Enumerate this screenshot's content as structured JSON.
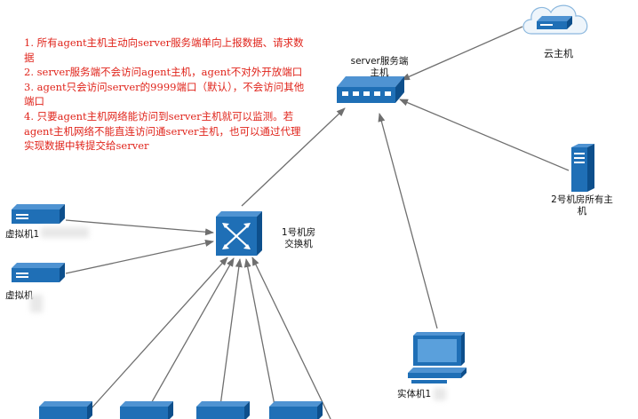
{
  "colors": {
    "note_text": "#e0241b",
    "device_blue": "#1f6fb6",
    "device_dark": "#0d4f8c",
    "arrow": "#6f6f6f"
  },
  "notes": [
    "1. 所有agent主机主动向server服务端单向上报数据、请求数据",
    "2. server服务端不会访问agent主机，agent不对外开放端口",
    "3. agent只会访问server的9999端口（默认），不会访问其他端口",
    "4. 只要agent主机网络能访问到server主机就可以监测。若agent主机网络不能直连访问通server主机，也可以通过代理实现数据中转提交给server"
  ],
  "nodes": {
    "server": {
      "label": "server服务端主机",
      "icon": "network-hub-icon"
    },
    "cloud": {
      "label": "云主机",
      "icon": "cloud-server-icon"
    },
    "room2": {
      "label": "2号机房所有主机",
      "icon": "tower-server-icon"
    },
    "switch1": {
      "label": "1号机房交换机",
      "icon": "switch-icon"
    },
    "vm1": {
      "label": "虚拟机1",
      "icon": "rack-server-icon"
    },
    "vm2": {
      "label": "虚拟机",
      "icon": "rack-server-icon"
    },
    "physical": {
      "label": "实体机1",
      "icon": "workstation-icon"
    },
    "bottom_hosts": [
      {
        "icon": "rack-server-icon"
      },
      {
        "icon": "rack-server-icon"
      },
      {
        "icon": "rack-server-icon"
      },
      {
        "icon": "rack-server-icon"
      }
    ]
  }
}
